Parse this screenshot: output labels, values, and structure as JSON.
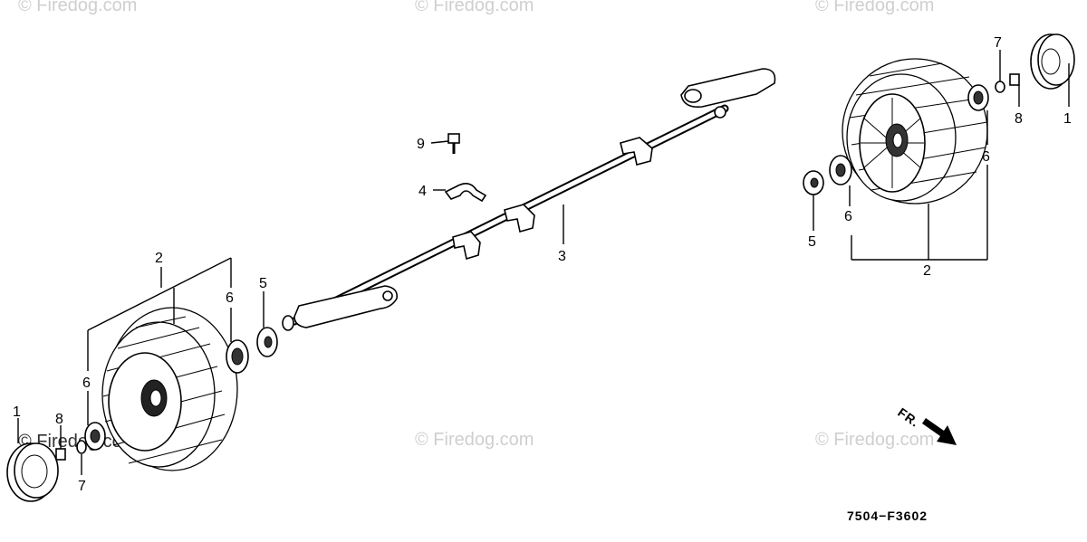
{
  "diagram": {
    "drawing_code": "7504−F3602",
    "direction_marker": "FR.",
    "watermark": "© Firedog.com",
    "callouts": {
      "c1_left": "1",
      "c1_right": "1",
      "c2_left": "2",
      "c2_right": "2",
      "c3": "3",
      "c4": "4",
      "c5_left": "5",
      "c5_right": "5",
      "c6_left_a": "6",
      "c6_left_b": "6",
      "c6_right_a": "6",
      "c6_right_b": "6",
      "c7_left": "7",
      "c7_right": "7",
      "c8_left": "8",
      "c8_right": "8",
      "c9": "9"
    }
  }
}
